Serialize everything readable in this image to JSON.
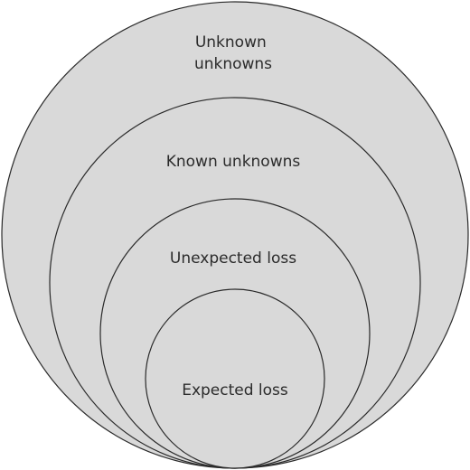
{
  "circles": [
    {
      "name": "unknown-unknowns",
      "label_lines": [
        "Unknown",
        "unknowns"
      ]
    },
    {
      "name": "known-unknowns",
      "label_lines": [
        "Known unknowns"
      ]
    },
    {
      "name": "unexpected-loss",
      "label_lines": [
        "Unexpected loss"
      ]
    },
    {
      "name": "expected-loss",
      "label_lines": [
        "Expected loss"
      ]
    }
  ],
  "colors": {
    "fill": "#d9d9d9",
    "stroke": "#2a2a2a",
    "text": "#2b2b2b"
  }
}
